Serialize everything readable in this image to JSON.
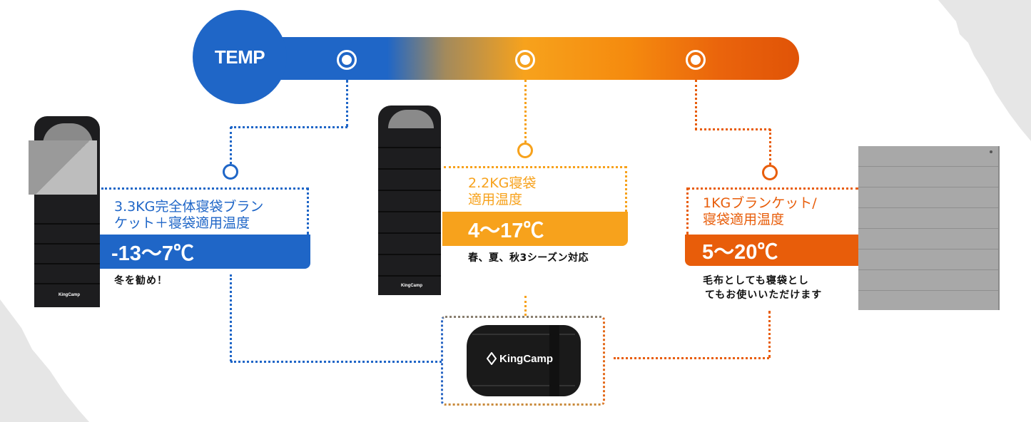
{
  "header": {
    "temp_label": "TEMP"
  },
  "colors": {
    "blue": "#1f66c7",
    "orange": "#f7a21c",
    "deep_orange": "#e85d0a",
    "text_dark": "#111111",
    "background": "#ffffff"
  },
  "options": [
    {
      "title_line1": "3.3KG完全体寝袋ブラン",
      "title_line2": "ケット＋寝袋適用温度",
      "temperature_range": "-13〜7℃",
      "note": "冬を勧め！",
      "color": "#1f66c7",
      "product": "sleeping-bag-with-blanket"
    },
    {
      "title_line1": "2.2KG寝袋",
      "title_line2": "適用温度",
      "temperature_range": "4〜17℃",
      "note": "春、夏、秋3シーズン対応",
      "color": "#f7a21c",
      "product": "sleeping-bag"
    },
    {
      "title_line1": "1KGブランケット/",
      "title_line2": "寝袋適用温度",
      "temperature_range": "5〜20℃",
      "note_line1": "毛布としても寝袋とし",
      "note_line2": "てもお使いいただけます",
      "color": "#e85d0a",
      "product": "blanket"
    }
  ],
  "compression_bag": {
    "brand": "KingCamp"
  },
  "product_brand_small": "KingCamp"
}
